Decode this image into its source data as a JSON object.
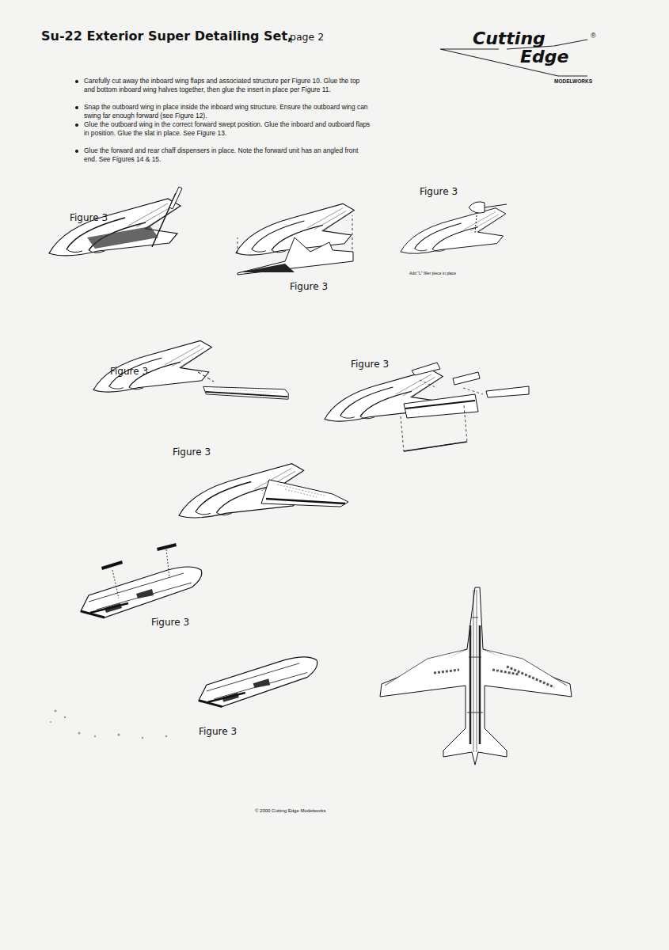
{
  "diagram": {
    "title": "Su-22 Exterior Super Detailing Set,",
    "labels": [
      "page 2",
      "Cutting",
      "Edge",
      "MODELWORKS",
      "®",
      "Carefully cut away the inboard wing flaps and associated structure per Figure 10. Glue the top and bottom inboard wing halves together, then glue the insert in place per Figure 11.",
      "Snap the outboard wing in place inside the inboard wing structure. Ensure the outboard wing can swing far enough forward (see Figure 12).",
      "Glue the outboard wing in the correct forward swept position. Glue the inboard and outboard flaps in position. Glue the slat in place. See Figure 13.",
      "Glue the forward and rear chaff dispensers in place. Note the forward unit has an angled front end. See Figures 14 & 15.",
      "Figure 3",
      "Figure 3",
      "Figure 3",
      "Add \"L\" filler piece in place",
      "Figure 3",
      "Figure 3",
      "Figure 3",
      "Figure 3",
      "Figure 3",
      "© 2000 Cutting Edge Modelworks"
    ]
  }
}
